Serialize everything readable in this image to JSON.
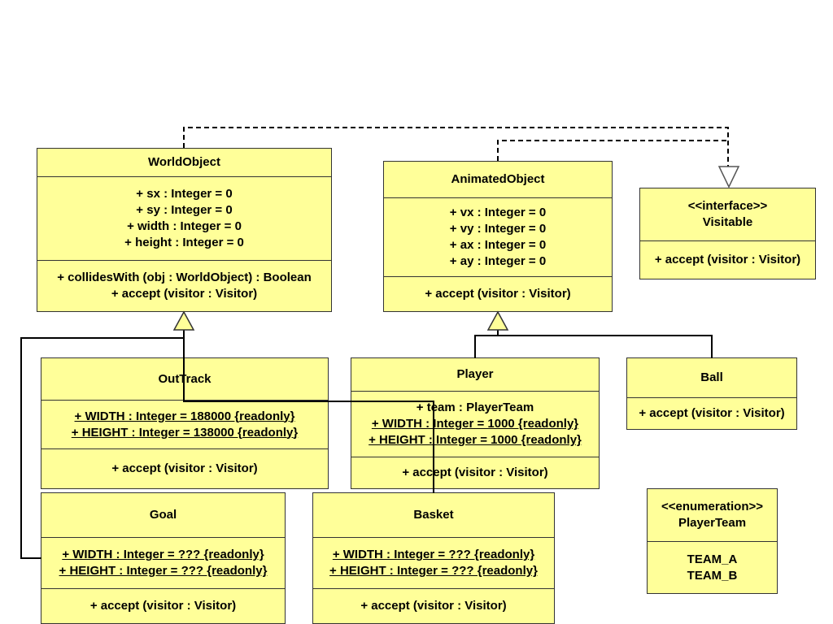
{
  "diagram": {
    "classes": [
      {
        "id": "worldobject",
        "name": "WorldObject",
        "stereotype": "",
        "attributes": [
          "+ sx : Integer = 0",
          "+ sy : Integer = 0",
          "+ width : Integer = 0",
          "+ height : Integer = 0"
        ],
        "operations": [
          "+ collidesWith (obj : WorldObject) : Boolean",
          "+ accept (visitor : Visitor)"
        ]
      },
      {
        "id": "animatedobject",
        "name": "AnimatedObject",
        "stereotype": "",
        "attributes": [
          "+ vx : Integer = 0",
          "+ vy : Integer = 0",
          "+ ax : Integer = 0",
          "+ ay : Integer = 0"
        ],
        "operations": [
          "+ accept (visitor : Visitor)"
        ]
      },
      {
        "id": "visitable",
        "name": "Visitable",
        "stereotype": "<<interface>>",
        "attributes": [],
        "operations": [
          "+ accept (visitor : Visitor)"
        ]
      },
      {
        "id": "outtrack",
        "name": "OutTrack",
        "stereotype": "",
        "attributes": [
          "+ WIDTH : Integer = 188000 {readonly}",
          "+ HEIGHT : Integer = 138000 {readonly}"
        ],
        "operations": [
          "+ accept (visitor : Visitor)"
        ]
      },
      {
        "id": "player",
        "name": "Player",
        "stereotype": "",
        "attributes": [
          "+ team : PlayerTeam",
          "+ WIDTH : Integer  = 1000 {readonly}",
          "+ HEIGHT : Integer = 1000 {readonly}"
        ],
        "operations": [
          "+ accept (visitor : Visitor)"
        ]
      },
      {
        "id": "ball",
        "name": "Ball",
        "stereotype": "",
        "attributes": [],
        "operations": [
          "+ accept (visitor : Visitor)"
        ]
      },
      {
        "id": "goal",
        "name": "Goal",
        "stereotype": "",
        "attributes": [
          "+ WIDTH : Integer = ??? {readonly}",
          "+ HEIGHT : Integer = ??? {readonly}"
        ],
        "operations": [
          "+ accept (visitor : Visitor)"
        ]
      },
      {
        "id": "basket",
        "name": "Basket",
        "stereotype": "",
        "attributes": [
          "+ WIDTH : Integer = ??? {readonly}",
          "+ HEIGHT : Integer = ??? {readonly}"
        ],
        "operations": [
          "+ accept (visitor : Visitor)"
        ]
      },
      {
        "id": "playerteam",
        "name": "PlayerTeam",
        "stereotype": "<<enumeration>>",
        "attributes": [],
        "operations": [
          "TEAM_A",
          "TEAM_B"
        ]
      }
    ],
    "relations": [
      {
        "type": "realization",
        "from": "worldobject",
        "to": "visitable"
      },
      {
        "type": "realization",
        "from": "animatedobject",
        "to": "visitable"
      },
      {
        "type": "generalization",
        "from": "outtrack",
        "to": "worldobject"
      },
      {
        "type": "generalization",
        "from": "goal",
        "to": "worldobject"
      },
      {
        "type": "generalization",
        "from": "basket",
        "to": "worldobject"
      },
      {
        "type": "generalization",
        "from": "player",
        "to": "animatedobject"
      },
      {
        "type": "generalization",
        "from": "ball",
        "to": "animatedobject"
      }
    ]
  }
}
